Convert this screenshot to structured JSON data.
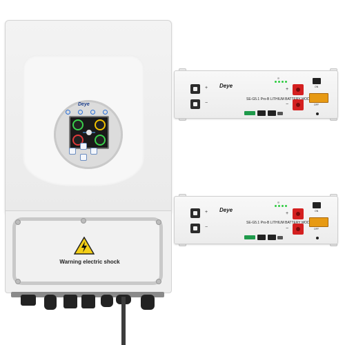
{
  "inverter": {
    "brand": "Deye",
    "warning_label": "Warning electric shock"
  },
  "battery_modules": [
    {
      "brand": "Deye",
      "model_label": "SE-G5.1 Pro-B  LITHIUM BATTERY MODULE",
      "on_label": "ON",
      "off_label": "OFF",
      "plus": "+",
      "minus": "−"
    },
    {
      "brand": "Deye",
      "model_label": "SE-G5.1 Pro-B  LITHIUM BATTERY MODULE",
      "on_label": "ON",
      "off_label": "OFF",
      "plus": "+",
      "minus": "−"
    }
  ],
  "colors": {
    "inverter_body": "#efefef",
    "brand_blue": "#1a3c8a",
    "terminal_red": "#d42020",
    "breaker_orange": "#e79a14",
    "connector_green": "#1f9a4b"
  }
}
